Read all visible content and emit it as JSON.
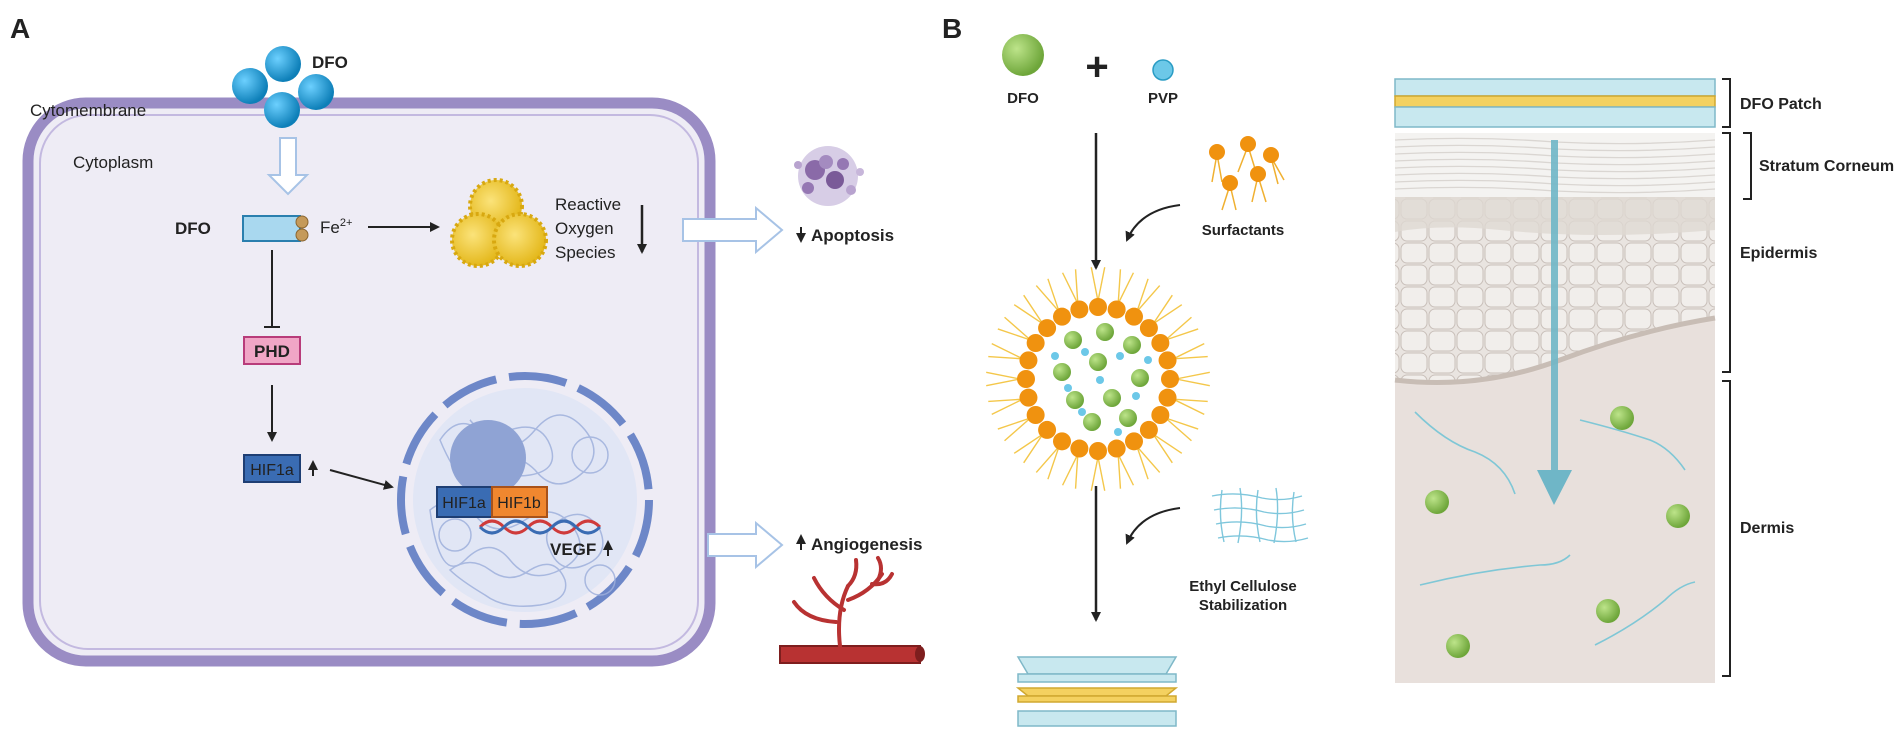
{
  "panels": {
    "a": {
      "letter": "A",
      "cytomembrane": "Cytomembrane",
      "cytoplasm": "Cytoplasm",
      "dfo_top": "DFO",
      "dfo_left": "DFO",
      "fe_base": "Fe",
      "fe_sup": "2+",
      "ros_lines": [
        "Reactive",
        "Oxygen",
        "Species"
      ],
      "apoptosis": "Apoptosis",
      "phd": "PHD",
      "hif1a_left": "HIF1a",
      "hif1a_nuc": "HIF1a",
      "hif1b_nuc": "HIF1b",
      "vegf": "VEGF",
      "angiogenesis": "Angiogenesis"
    },
    "b": {
      "letter": "B",
      "dfo": "DFO",
      "plus": "+",
      "pvp": "PVP",
      "surfactants": "Surfactants",
      "ethyl_1": "Ethyl Cellulose",
      "ethyl_2": "Stabilization",
      "skin_labels": {
        "patch": "DFO Patch",
        "stratum": "Stratum Corneum",
        "epidermis": "Epidermis",
        "dermis": "Dermis"
      }
    }
  },
  "colors": {
    "membrane": "#9a8cc4",
    "cytoplasm_fill": "#eeecf5",
    "dfo_blue": "#1f9bd4",
    "dfo_green": "#8cc04c",
    "pvp_blue": "#6cc8e8",
    "surfactant_orange": "#f0920f",
    "phd_pink": "#e77aa8",
    "hif_blue": "#3a6cb3",
    "hif_orange": "#f0872f",
    "vessel_red": "#b83232",
    "patch_cyan": "#c8e8ef",
    "patch_yellow": "#f4d160",
    "arrow_teal": "#6fb6c7"
  }
}
